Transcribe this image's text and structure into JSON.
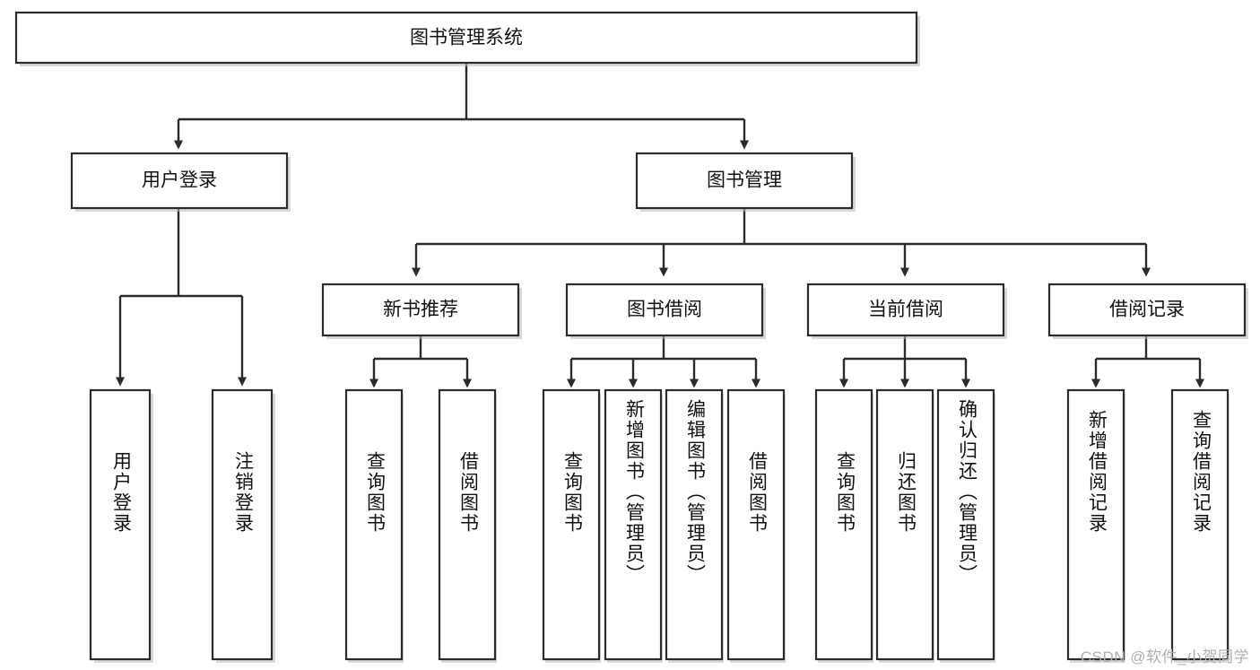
{
  "diagram": {
    "title": "图书管理系统",
    "type": "tree-hierarchy",
    "colors": {
      "box_border": "#2b2b2b",
      "box_fill": "#ffffff",
      "connector": "#2b2b2b",
      "text": "#111111",
      "watermark": "#b0b0b0",
      "background": "#ffffff"
    },
    "levels": {
      "root": {
        "label": "图书管理系统"
      },
      "level2": [
        {
          "id": "user-login",
          "label": "用户登录"
        },
        {
          "id": "book-management",
          "label": "图书管理"
        }
      ],
      "level3": [
        {
          "id": "new-book-recommend",
          "label": "新书推荐",
          "parent": "book-management"
        },
        {
          "id": "book-borrow",
          "label": "图书借阅",
          "parent": "book-management"
        },
        {
          "id": "current-borrow",
          "label": "当前借阅",
          "parent": "book-management"
        },
        {
          "id": "borrow-record",
          "label": "借阅记录",
          "parent": "book-management"
        }
      ],
      "leaves": [
        {
          "id": "leaf-user-login",
          "label": "用户登录",
          "parent": "user-login"
        },
        {
          "id": "leaf-logout-login",
          "label": "注销登录",
          "parent": "user-login"
        },
        {
          "id": "leaf-query-book-1",
          "label": "查询图书",
          "parent": "new-book-recommend"
        },
        {
          "id": "leaf-borrow-book-1",
          "label": "借阅图书",
          "parent": "new-book-recommend"
        },
        {
          "id": "leaf-query-book-2",
          "label": "查询图书",
          "parent": "book-borrow"
        },
        {
          "id": "leaf-add-book",
          "label": "新增图书（管理员）",
          "parent": "book-borrow"
        },
        {
          "id": "leaf-edit-book",
          "label": "编辑图书（管理员）",
          "parent": "book-borrow"
        },
        {
          "id": "leaf-borrow-book-2",
          "label": "借阅图书",
          "parent": "book-borrow"
        },
        {
          "id": "leaf-query-book-3",
          "label": "查询图书",
          "parent": "current-borrow"
        },
        {
          "id": "leaf-return-book",
          "label": "归还图书",
          "parent": "current-borrow"
        },
        {
          "id": "leaf-confirm-return",
          "label": "确认归还（管理员）",
          "parent": "current-borrow"
        },
        {
          "id": "leaf-add-record",
          "label": "新增借阅记录",
          "parent": "borrow-record"
        },
        {
          "id": "leaf-query-record",
          "label": "查询借阅记录",
          "parent": "borrow-record"
        }
      ]
    },
    "watermark": "CSDN @软件_小贺同学"
  }
}
